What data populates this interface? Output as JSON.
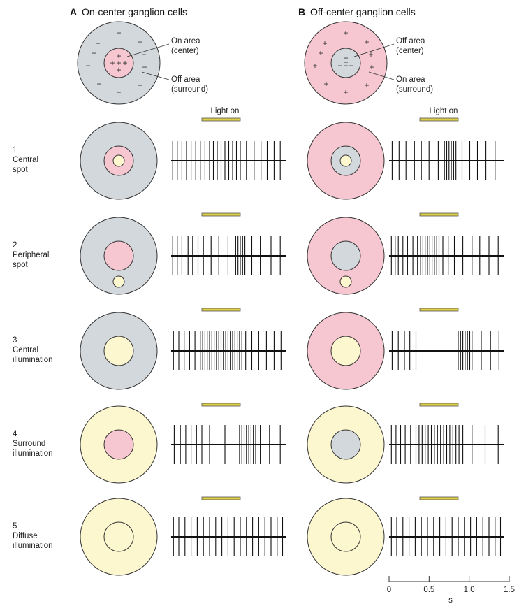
{
  "colors": {
    "on_area": "#f6c6d1",
    "off_area": "#d3d8dc",
    "light": "#fdf7cf",
    "light_bar": "#dccf4a",
    "stroke": "#333333"
  },
  "panels": [
    {
      "letter": "A",
      "title": "On-center ganglion cells",
      "center_label_1": "On area",
      "center_label_2": "(center)",
      "surround_label_1": "Off area",
      "surround_label_2": "(surround)",
      "center_symbol": "+",
      "surround_symbol": "−",
      "center_fill": "on_area",
      "surround_fill": "off_area"
    },
    {
      "letter": "B",
      "title": "Off-center ganglion cells",
      "center_label_1": "Off area",
      "center_label_2": "(center)",
      "surround_label_1": "On area",
      "surround_label_2": "(surround)",
      "center_symbol": "−",
      "surround_symbol": "+",
      "center_fill": "off_area",
      "surround_fill": "on_area"
    }
  ],
  "light_on_label": "Light on",
  "stimulus_window_s": [
    0.4,
    0.9
  ],
  "conditions": [
    {
      "number": "1",
      "label_lines": [
        "Central",
        "spot"
      ],
      "stimulus": "central_spot",
      "spikes_A": [
        0.02,
        0.08,
        0.14,
        0.2,
        0.26,
        0.32,
        0.38,
        0.44,
        0.5,
        0.55,
        0.6,
        0.65,
        0.7,
        0.75,
        0.8,
        0.85,
        0.9,
        0.98,
        1.08,
        1.17,
        1.25,
        1.34,
        1.42
      ],
      "spikes_B": [
        0.04,
        0.13,
        0.22,
        0.33,
        0.42,
        0.52,
        0.64,
        0.72,
        0.75,
        0.78,
        0.81,
        0.84,
        0.87,
        0.95,
        1.05,
        1.15,
        1.26,
        1.38
      ]
    },
    {
      "number": "2",
      "label_lines": [
        "Peripheral",
        "spot"
      ],
      "stimulus": "peripheral_spot",
      "spikes_A": [
        0.02,
        0.08,
        0.14,
        0.22,
        0.28,
        0.35,
        0.42,
        0.52,
        0.62,
        0.74,
        0.84,
        0.87,
        0.9,
        0.93,
        0.96,
        1.05,
        1.16,
        1.3,
        1.42
      ],
      "spikes_B": [
        0.03,
        0.08,
        0.12,
        0.18,
        0.24,
        0.31,
        0.37,
        0.41,
        0.44,
        0.47,
        0.5,
        0.53,
        0.56,
        0.59,
        0.62,
        0.65,
        0.7,
        0.77,
        0.85,
        0.96,
        1.08,
        1.18,
        1.3,
        1.42
      ]
    },
    {
      "number": "3",
      "label_lines": [
        "Central",
        "illumination"
      ],
      "stimulus": "central_illumination",
      "spikes_A": [
        0.03,
        0.1,
        0.17,
        0.24,
        0.31,
        0.38,
        0.41,
        0.44,
        0.47,
        0.5,
        0.53,
        0.56,
        0.59,
        0.62,
        0.65,
        0.68,
        0.71,
        0.74,
        0.77,
        0.8,
        0.83,
        0.86,
        0.89,
        0.92,
        0.97,
        1.05,
        1.14,
        1.24,
        1.34,
        1.43
      ],
      "spikes_B": [
        0.04,
        0.12,
        0.2,
        0.27,
        0.35,
        0.9,
        0.93,
        0.96,
        0.99,
        1.02,
        1.05,
        1.08,
        1.2,
        1.32,
        1.43
      ]
    },
    {
      "number": "4",
      "label_lines": [
        "Surround",
        "illumination"
      ],
      "stimulus": "surround_illumination",
      "spikes_A": [
        0.04,
        0.12,
        0.19,
        0.26,
        0.33,
        0.4,
        0.5,
        0.7,
        0.89,
        0.92,
        0.95,
        0.98,
        1.01,
        1.04,
        1.07,
        1.1,
        1.16,
        1.28,
        1.42
      ],
      "spikes_B": [
        0.03,
        0.09,
        0.15,
        0.21,
        0.28,
        0.35,
        0.39,
        0.43,
        0.47,
        0.51,
        0.55,
        0.59,
        0.63,
        0.67,
        0.71,
        0.75,
        0.79,
        0.83,
        0.87,
        0.91,
        0.96,
        1.08,
        1.25,
        1.42
      ]
    },
    {
      "number": "5",
      "label_lines": [
        "Diffuse",
        "illumination"
      ],
      "stimulus": "diffuse_illumination",
      "spikes_A": [
        0.03,
        0.1,
        0.18,
        0.26,
        0.34,
        0.42,
        0.5,
        0.58,
        0.66,
        0.74,
        0.82,
        0.9,
        0.98,
        1.06,
        1.14,
        1.22,
        1.3,
        1.38,
        1.45
      ],
      "spikes_B": [
        0.03,
        0.1,
        0.18,
        0.26,
        0.34,
        0.42,
        0.5,
        0.58,
        0.66,
        0.74,
        0.82,
        0.9,
        0.98,
        1.06,
        1.14,
        1.22,
        1.3,
        1.38,
        1.45
      ]
    }
  ],
  "time_axis": {
    "ticks": [
      0,
      0.5,
      1.0,
      1.5
    ],
    "tick_labels": [
      "0",
      "0.5",
      "1.0",
      "1.5"
    ],
    "unit": "s",
    "range": [
      0,
      1.5
    ]
  }
}
